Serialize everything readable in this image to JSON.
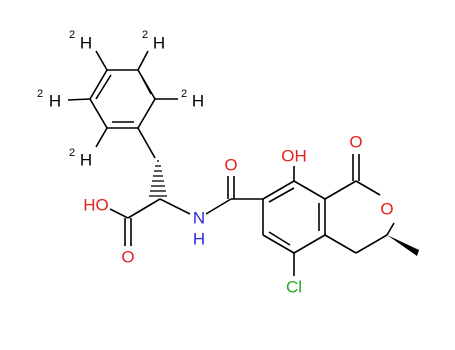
{
  "atoms": {
    "d_top_left": "H",
    "d_top_right": "H",
    "d_left": "H",
    "d_right": "H",
    "d_bottom": "H",
    "iso_mass": "2",
    "acid_oh": "HO",
    "acid_o": "O",
    "amide_n": "N",
    "amide_h": "H",
    "amide_o": "O",
    "phenol_oh": "OH",
    "lactone_co": "O",
    "ring_o": "O",
    "chloro": "Cl"
  },
  "colors": {
    "oxygen": "#e8231d",
    "nitrogen": "#2b2bd6",
    "chlorine": "#27a827",
    "carbon_bond": "#000000",
    "hydrogen": "#000000"
  }
}
